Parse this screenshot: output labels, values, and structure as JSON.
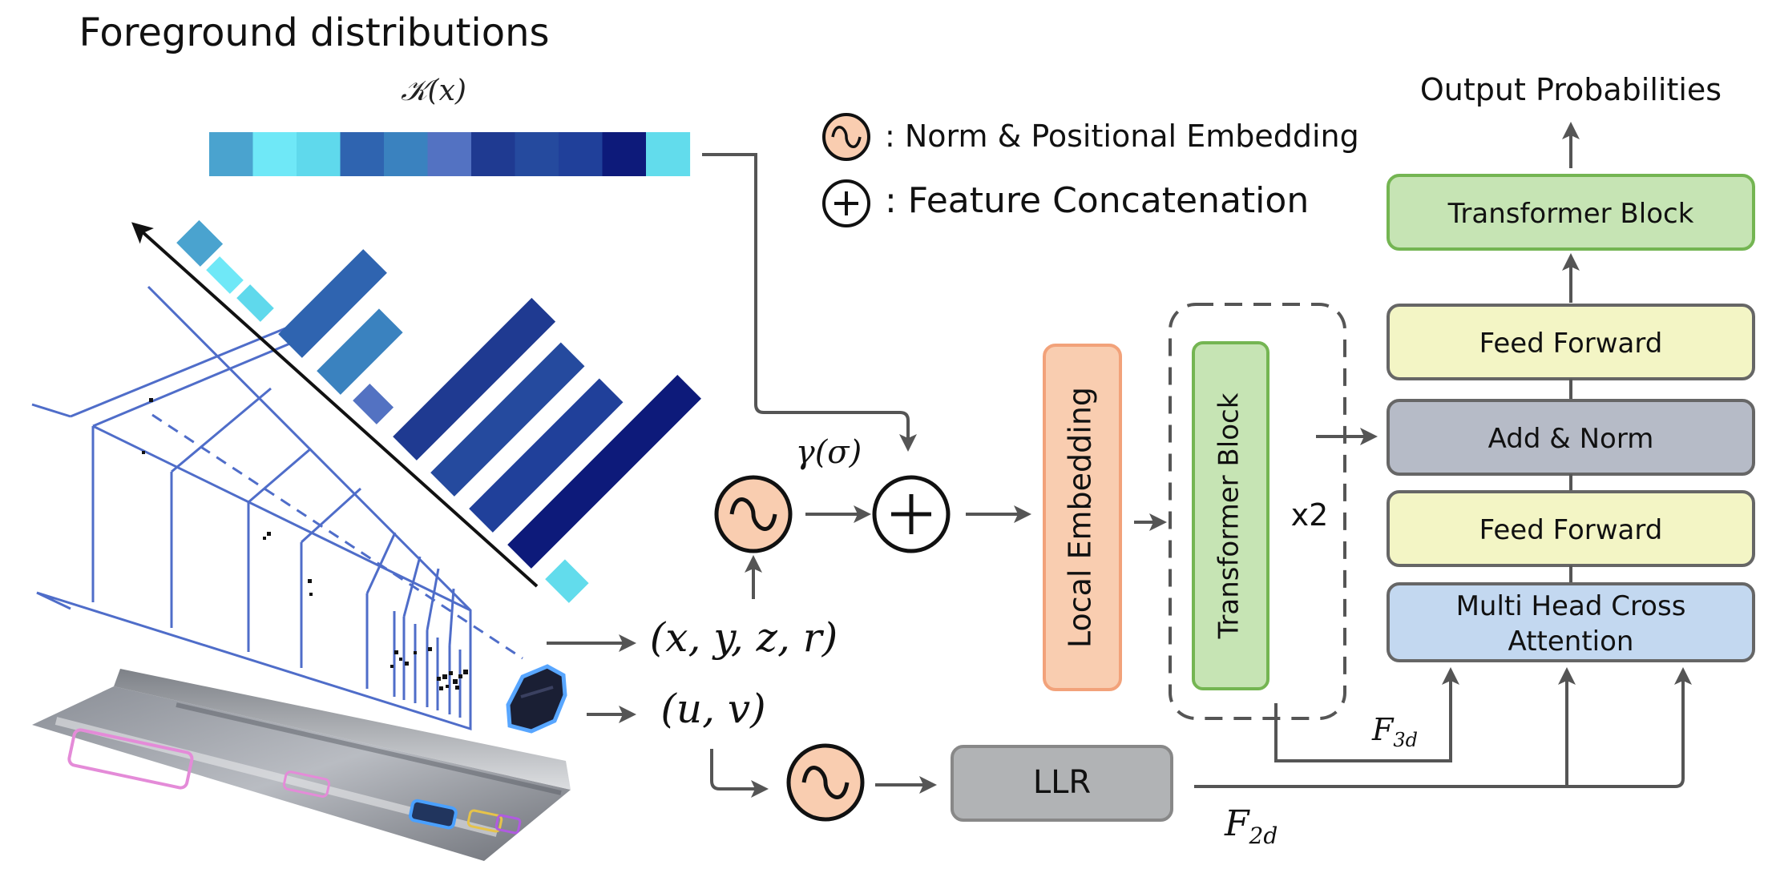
{
  "title": "Foreground distributions",
  "kernel_label": "𝒦(x)",
  "legend": {
    "norm_embed": ": Norm & Positional Embedding",
    "concat": ": Feature Concatenation"
  },
  "gamma_label": "γ(σ)",
  "xyzr_label": "(x, y, z, r)",
  "uv_label": "(u, v)",
  "local_embedding": "Local Embedding",
  "transformer_block_inner": "Transformer Block",
  "repeat_label": "x2",
  "llr": "LLR",
  "f3d_label": "F",
  "f3d_sub": "3d",
  "f2d_label": "F",
  "f2d_sub": "2d",
  "stack": {
    "output": "Output Probabilities",
    "top_transformer": "Transformer Block",
    "ff_upper": "Feed Forward",
    "add_norm": "Add & Norm",
    "ff_lower": "Feed Forward",
    "mhca_line1": "Multi Head Cross",
    "mhca_line2": "Attention"
  },
  "colors": {
    "strip": [
      "#4aa3cf",
      "#6fe8f7",
      "#5fd9ec",
      "#2f64b0",
      "#3a82bf",
      "#5372c2",
      "#1f3a91",
      "#254a9e",
      "#20409a",
      "#0d1a7a",
      "#62dcec"
    ],
    "bars": [
      "#4aa3cf",
      "#6fe8f7",
      "#5fd9ec",
      "#2f64b0",
      "#3a82bf",
      "#5372c2",
      "#1f3a91",
      "#254a9e",
      "#20409a",
      "#0d1a7a",
      "#62dcec"
    ],
    "orange_fill": "#f9cdb0",
    "orange_stroke": "#f2a27a",
    "green_fill": "#c6e4b4",
    "green_stroke": "#74b552",
    "yellow_fill": "#f3f5c5",
    "gray_fill": "#b6bbc7",
    "blue_fill": "#c3d8f0",
    "llr_fill": "#b1b3b5",
    "frustum": "#4f6dc9",
    "arrow": "#555555"
  }
}
